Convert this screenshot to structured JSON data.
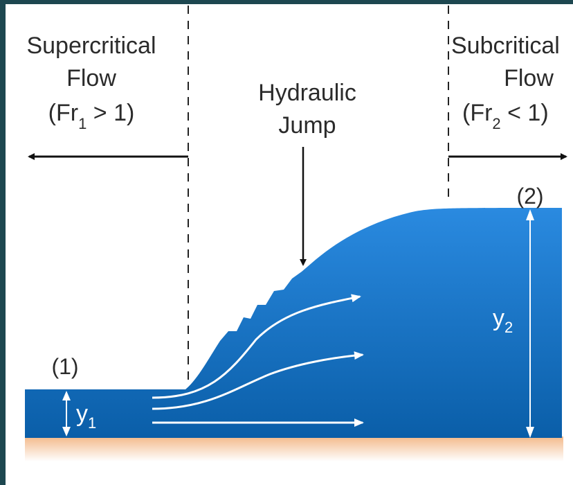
{
  "colors": {
    "frame": "#1d4750",
    "water_top": "#1f7fd8",
    "water_bottom": "#0a5ea8",
    "ground": "#f6c9a0",
    "text": "#2b2b2b",
    "arrow_light": "#ffffff"
  },
  "left_region": {
    "title_line1": "Supercritical",
    "title_line2": "Flow",
    "froude_prefix": "(Fr",
    "froude_sub": "1",
    "froude_suffix": " > 1)"
  },
  "jump": {
    "line1": "Hydraulic",
    "line2": "Jump"
  },
  "right_region": {
    "title_line1": "Subcritical",
    "title_line2": "Flow",
    "froude_prefix": "(Fr",
    "froude_sub": "2",
    "froude_suffix": " < 1)"
  },
  "sections": {
    "upstream": "(1)",
    "downstream": "(2)"
  },
  "depths": {
    "y1_base": "y",
    "y1_sub": "1",
    "y2_base": "y",
    "y2_sub": "2"
  }
}
